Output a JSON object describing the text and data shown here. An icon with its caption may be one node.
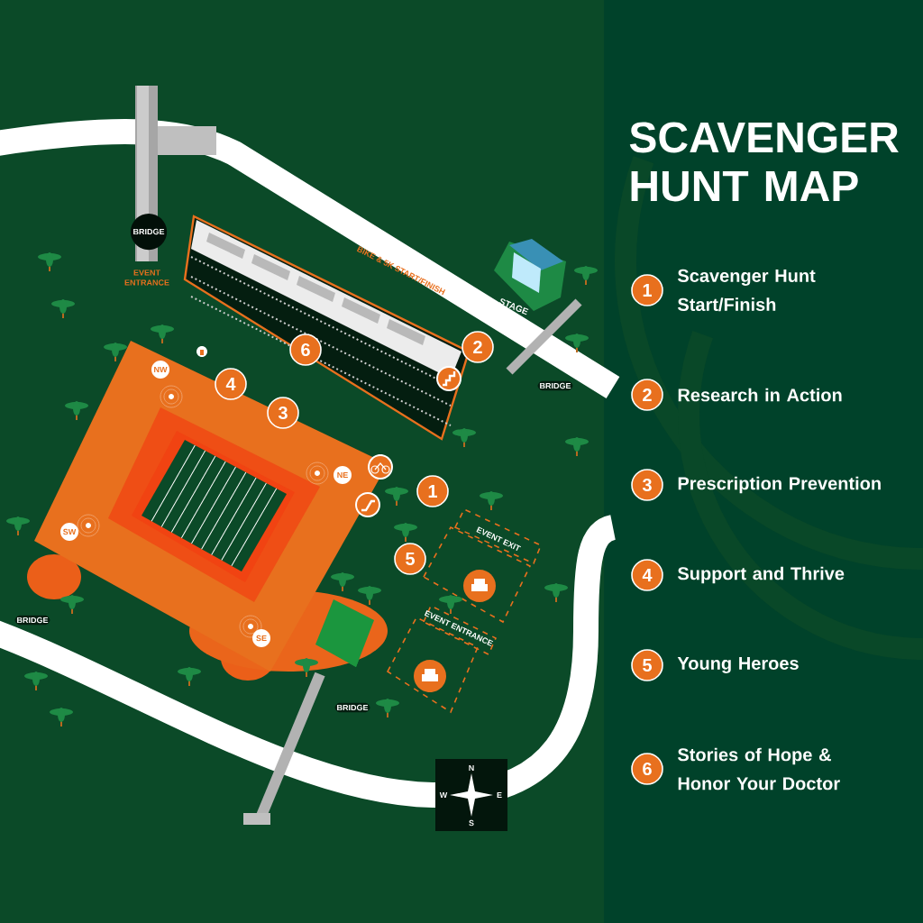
{
  "diagram": {
    "title": "SCAVENGER HUNT MAP",
    "nodes": [
      {
        "text": [
          "6"
        ]
      },
      {
        "text": [
          "2"
        ]
      },
      {
        "text": [
          "4"
        ]
      },
      {
        "text": [
          "3"
        ]
      },
      {
        "text": [
          "1"
        ]
      },
      {
        "text": [
          "5"
        ]
      },
      {
        "text": [
          "1"
        ],
        "beside": [
          "Scavenger Hunt Start/Finish"
        ]
      },
      {
        "text": [
          "2"
        ],
        "beside": [
          "Research in Action"
        ]
      },
      {
        "text": [
          "3"
        ],
        "beside": [
          "Prescription Prevention"
        ]
      },
      {
        "text": [
          "4"
        ],
        "beside": [
          "Support and Thrive"
        ]
      },
      {
        "text": [
          "5"
        ],
        "beside": [
          "Young Heroes"
        ]
      },
      {
        "text": [
          "6"
        ],
        "beside": [
          "Stories of Hope & Honor Your Doctor"
        ]
      }
    ],
    "labels": [
      "BRIDGE",
      "EVENT ENTRANCE",
      "BIKE & 5K START/FINISH",
      "STAGE",
      "NW",
      "BRIDGE",
      "NE",
      "EVENT EXIT",
      "SW",
      "BRIDGE",
      "EVENT ENTRANCE",
      "SE",
      "BRIDGE",
      "N",
      "W",
      "E",
      "S"
    ]
  }
}
